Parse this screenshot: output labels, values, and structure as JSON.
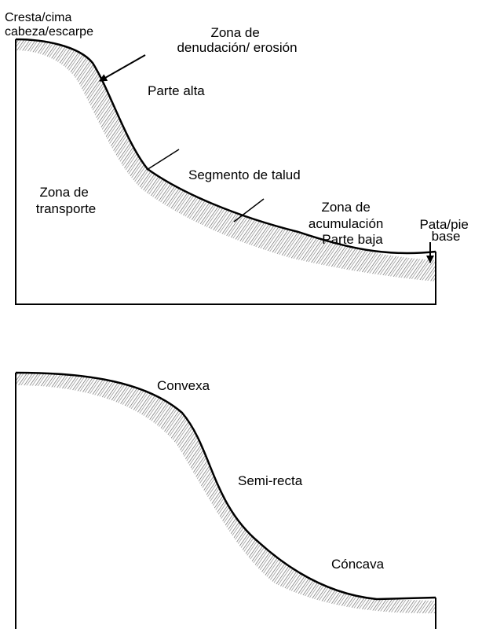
{
  "colors": {
    "ink": "#000000",
    "paper": "#ffffff",
    "hatch": "#6b6b6b"
  },
  "profile_parts": {
    "cresta": [
      "Cresta/cima",
      "cabeza/escarpe"
    ],
    "zona_denudacion": [
      "Zona de",
      "denudación/ erosión"
    ],
    "parte_alta": "Parte alta",
    "segmento_talud": "Segmento de talud",
    "zona_transporte": [
      "Zona de",
      "transporte"
    ],
    "zona_acumulacion": [
      "Zona de",
      "acumulación",
      "Parte baja"
    ],
    "pata": [
      "Pata/pie",
      "base"
    ]
  },
  "slope_forms": {
    "convexa": "Convexa",
    "semi_recta": "Semi-recta",
    "concava": "Cóncava"
  }
}
